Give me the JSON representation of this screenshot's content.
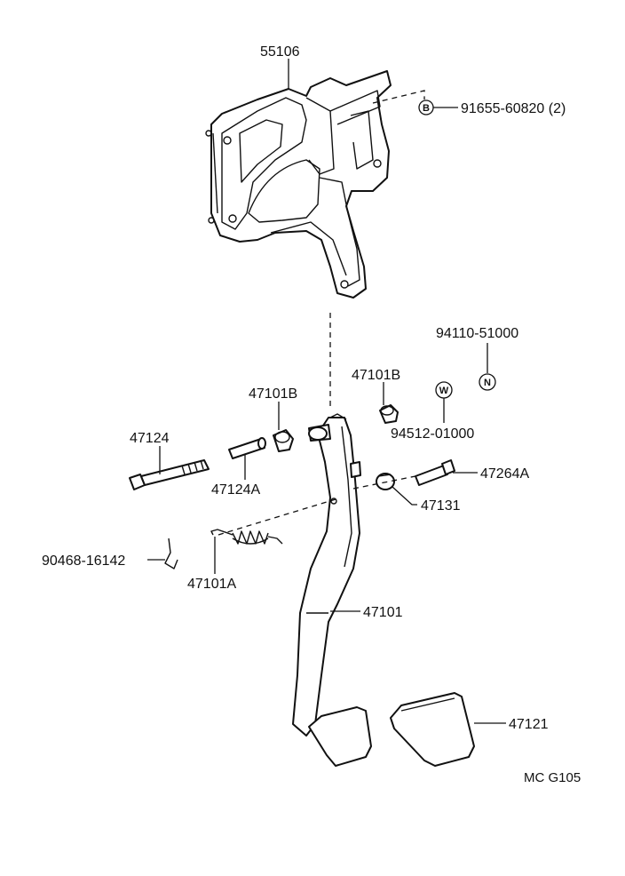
{
  "parts": {
    "bracket": "55106",
    "bolt_b": "91655-60820 (2)",
    "nut_spec": "94110-51000",
    "bushing_upper": "47101B",
    "washer_spec": "94512-01000",
    "bushing_left": "47101B",
    "bolt_long": "47124",
    "collar": "47124A",
    "stopper_bolt": "47264A",
    "cushion": "47131",
    "clip": "90468-16142",
    "spring": "47101A",
    "pedal_arm": "47101",
    "pedal_pad": "47121"
  },
  "symbols": {
    "b": "B",
    "n": "N",
    "w": "W"
  },
  "figure_code": "MC G105"
}
